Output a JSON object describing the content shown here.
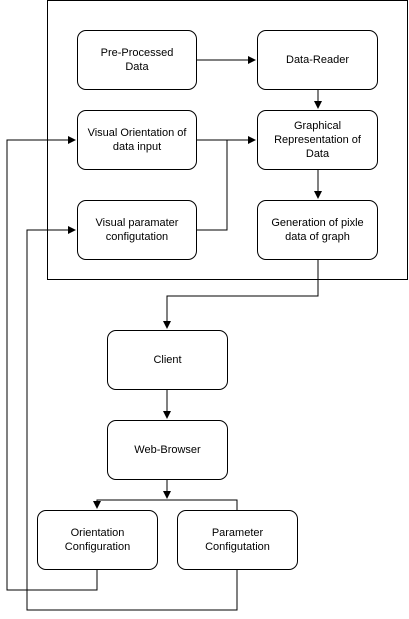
{
  "diagram": {
    "nodes": {
      "pre_processed": "Pre-Processed\nData",
      "data_reader": "Data-Reader",
      "visual_orientation": "Visual Orientation of\ndata input",
      "graphical_repr": "Graphical\nRepresentation of\nData",
      "visual_parameter": "Visual paramater\nconfigutation",
      "generation": "Generation of pixle\ndata of graph",
      "client": "Client",
      "web_browser": "Web-Browser",
      "orientation_config": "Orientation\nConfiguration",
      "parameter_config": "Parameter\nConfigutation"
    },
    "edges": [
      {
        "from": "pre_processed",
        "to": "data_reader"
      },
      {
        "from": "data_reader",
        "to": "graphical_repr"
      },
      {
        "from": "visual_orientation",
        "to": "graphical_repr"
      },
      {
        "from": "visual_parameter",
        "to": "graphical_repr"
      },
      {
        "from": "graphical_repr",
        "to": "generation"
      },
      {
        "from": "generation",
        "to": "client"
      },
      {
        "from": "client",
        "to": "web_browser"
      },
      {
        "from": "web_browser",
        "to": "orientation_config"
      },
      {
        "from": "web_browser",
        "to": "parameter_config"
      },
      {
        "from": "orientation_config",
        "to": "visual_orientation"
      },
      {
        "from": "parameter_config",
        "to": "visual_parameter"
      }
    ]
  }
}
